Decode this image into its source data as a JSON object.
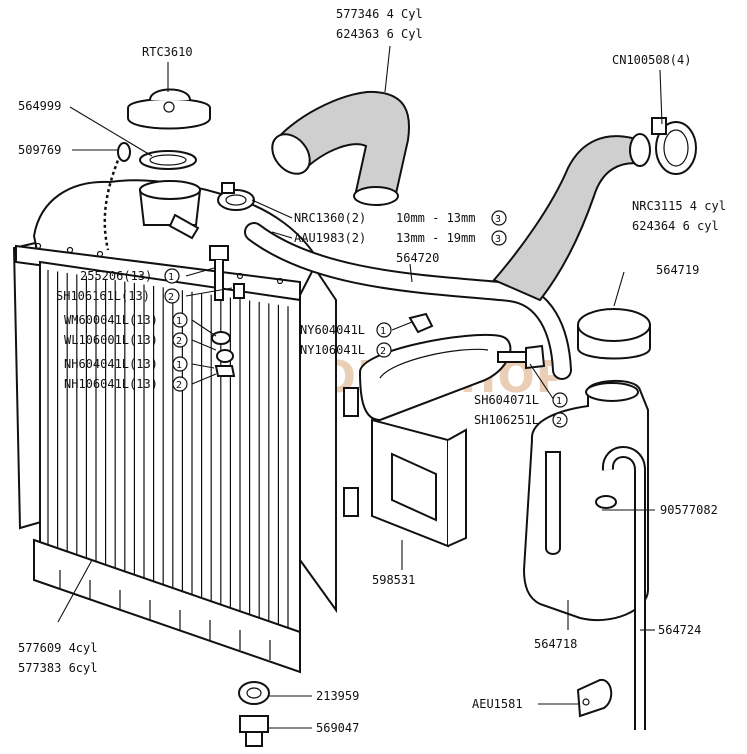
{
  "watermark": "LRWORKSHOP",
  "labels": {
    "hose_top_1": "577346 4 Cyl",
    "hose_top_2": "624363 6 Cyl",
    "cap": "RTC3610",
    "clip_right": "CN100508(4)",
    "seal": "564999",
    "chain": "509769",
    "clip_nrc": "NRC1360(2)",
    "size_10": "10mm - 13mm",
    "clip_aau": "AAU1983(2)",
    "size_13": "13mm - 19mm",
    "hose_right_1": "NRC3115 4 cyl",
    "hose_right_2": "624364 6 cyl",
    "pipe": "564720",
    "screw_a": "255206(13)",
    "screw_b": "SH106161L(13)",
    "tank_cap": "564719",
    "washer_a": "WM600041L(13)",
    "washer_b": "WL106001L(13)",
    "nut_small_a": "NY604041L",
    "nut_small_b": "NY106041L",
    "nut_a": "NH604041L(13)",
    "nut_b": "NH106041L(13)",
    "bolt_a": "SH604071L",
    "bolt_b": "SH106251L",
    "bracket": "598531",
    "clip_small": "90577082",
    "radiator_1": "577609 4cyl",
    "radiator_2": "577383 6cyl",
    "tank": "564718",
    "overflow": "564724",
    "drain_washer": "213959",
    "drain_plug": "569047",
    "bracket_clip": "AEU1581"
  },
  "markers": {
    "one": "1",
    "two": "2",
    "three": "3"
  }
}
